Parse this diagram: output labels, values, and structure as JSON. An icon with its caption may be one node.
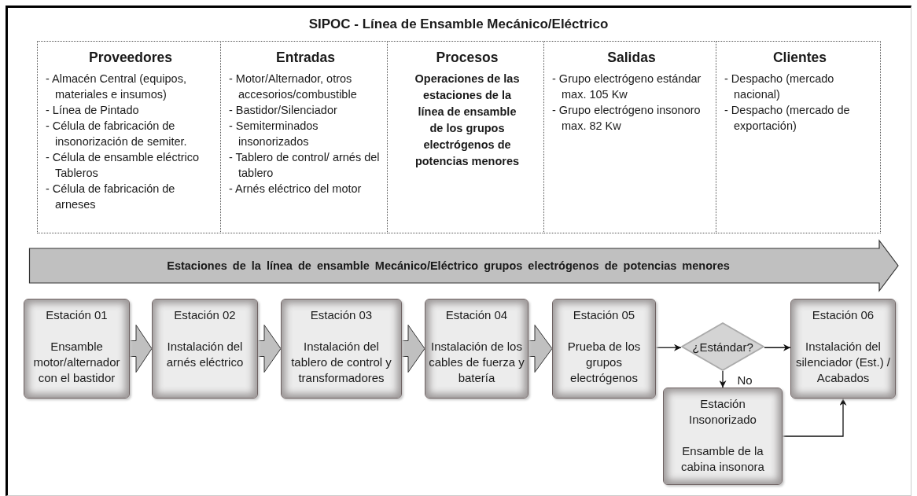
{
  "diagram": {
    "title": "SIPOC - Línea de Ensamble Mecánico/Eléctrico",
    "nodes": [
      {
        "text": [
          "Proveedores",
          "- Almacén Central (equipos, materiales e insumos)",
          "- Línea de Pintado",
          "- Célula de fabricación de insonorización de semiter.",
          "- Célula de ensamble eléctrico Tableros",
          "- Célula de fabricación de arneses"
        ]
      },
      {
        "text": [
          "Entradas",
          "- Motor/Alternador, otros accesorios/combustible",
          "- Bastidor/Silenciador",
          "- Semiterminados insonorizados",
          "- Tablero de control/ arnés del tablero",
          "- Arnés eléctrico del motor"
        ]
      },
      {
        "text": [
          "Procesos",
          "Operaciones de las estaciones de la línea de ensamble de los grupos electrógenos de potencias menores"
        ]
      },
      {
        "text": [
          "Salidas",
          "- Grupo electrógeno estándar max. 105 Kw",
          "- Grupo electrógeno insonoro max. 82 Kw"
        ]
      },
      {
        "text": [
          "Clientes",
          "- Despacho (mercado nacional)",
          "- Despacho (mercado de exportación)"
        ]
      },
      {
        "text": [
          "Estaciones de la línea de ensamble Mecánico/Eléctrico grupos electrógenos de potencias menores"
        ]
      },
      {
        "text": [
          "Estación 01",
          "Ensamble motor/alternador con el bastidor"
        ]
      },
      {
        "text": [
          "Estación 02",
          "Instalación del arnés eléctrico"
        ]
      },
      {
        "text": [
          "Estación 03",
          "Instalación del tablero de control y transformadores"
        ]
      },
      {
        "text": [
          "Estación 04",
          "Instalación de los cables de fuerza y batería"
        ]
      },
      {
        "text": [
          "Estación 05",
          "Prueba de los grupos electrógenos"
        ]
      },
      {
        "text": [
          "¿Estándar?"
        ]
      },
      {
        "text": [
          "Estación 06",
          "Instalación del silenciador (Est.) / Acabados"
        ]
      },
      {
        "text": [
          "Estación Insonorizado",
          "Ensamble de la cabina insonora"
        ]
      }
    ],
    "edges": [
      {
        "from": 6,
        "to": 7,
        "arrow": "to",
        "style": "thick"
      },
      {
        "from": 7,
        "to": 8,
        "arrow": "to",
        "style": "thick"
      },
      {
        "from": 8,
        "to": 9,
        "arrow": "to",
        "style": "thick"
      },
      {
        "from": 9,
        "to": 10,
        "arrow": "to",
        "style": "thick"
      },
      {
        "from": 10,
        "to": 11,
        "arrow": "to"
      },
      {
        "from": 11,
        "to": 12,
        "arrow": "to"
      },
      {
        "from": 11,
        "to": 13,
        "arrow": "to",
        "label": "No"
      },
      {
        "from": 13,
        "to": 12,
        "arrow": "to"
      }
    ]
  }
}
